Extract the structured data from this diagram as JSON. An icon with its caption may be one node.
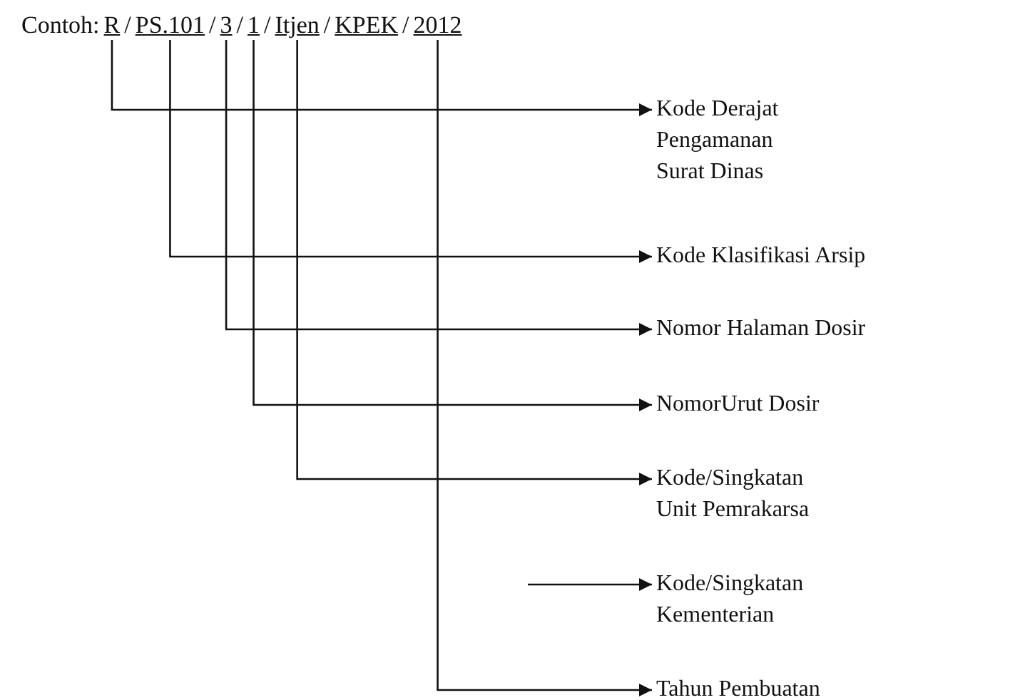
{
  "diagram": {
    "nodes": [
      {
        "text": [
          "R"
        ]
      },
      {
        "text": [
          "PS.101"
        ]
      },
      {
        "text": [
          "3"
        ]
      },
      {
        "text": [
          "1"
        ]
      },
      {
        "text": [
          "Itjen"
        ]
      },
      {
        "text": [
          "KPEK"
        ]
      },
      {
        "text": [
          "2012"
        ]
      },
      {
        "text": [
          "Kode Derajat Pengamanan Surat Dinas"
        ]
      },
      {
        "text": [
          "Kode Klasifikasi Arsip"
        ]
      },
      {
        "text": [
          "Nomor Halaman Dosir"
        ]
      },
      {
        "text": [
          "NomorUrut Dosir"
        ]
      },
      {
        "text": [
          "Kode/Singkatan Unit Pemrakarsa"
        ]
      },
      {
        "text": [
          "Kode/Singkatan Kementerian"
        ]
      },
      {
        "text": [
          "Tahun Pembuatan"
        ]
      }
    ],
    "edges": [
      {
        "from": 0,
        "to": 7,
        "arrow": "to"
      },
      {
        "from": 1,
        "to": 8,
        "arrow": "to"
      },
      {
        "from": 2,
        "to": 9,
        "arrow": "to"
      },
      {
        "from": 3,
        "to": 10,
        "arrow": "to"
      },
      {
        "from": 4,
        "to": 11,
        "arrow": "to"
      },
      {
        "from": null,
        "to": 12,
        "arrow": "to"
      },
      {
        "from": 6,
        "to": 13,
        "arrow": "to"
      }
    ],
    "labels": [
      "Contoh:",
      "/",
      "/",
      "/",
      "/",
      "/",
      "/"
    ]
  }
}
